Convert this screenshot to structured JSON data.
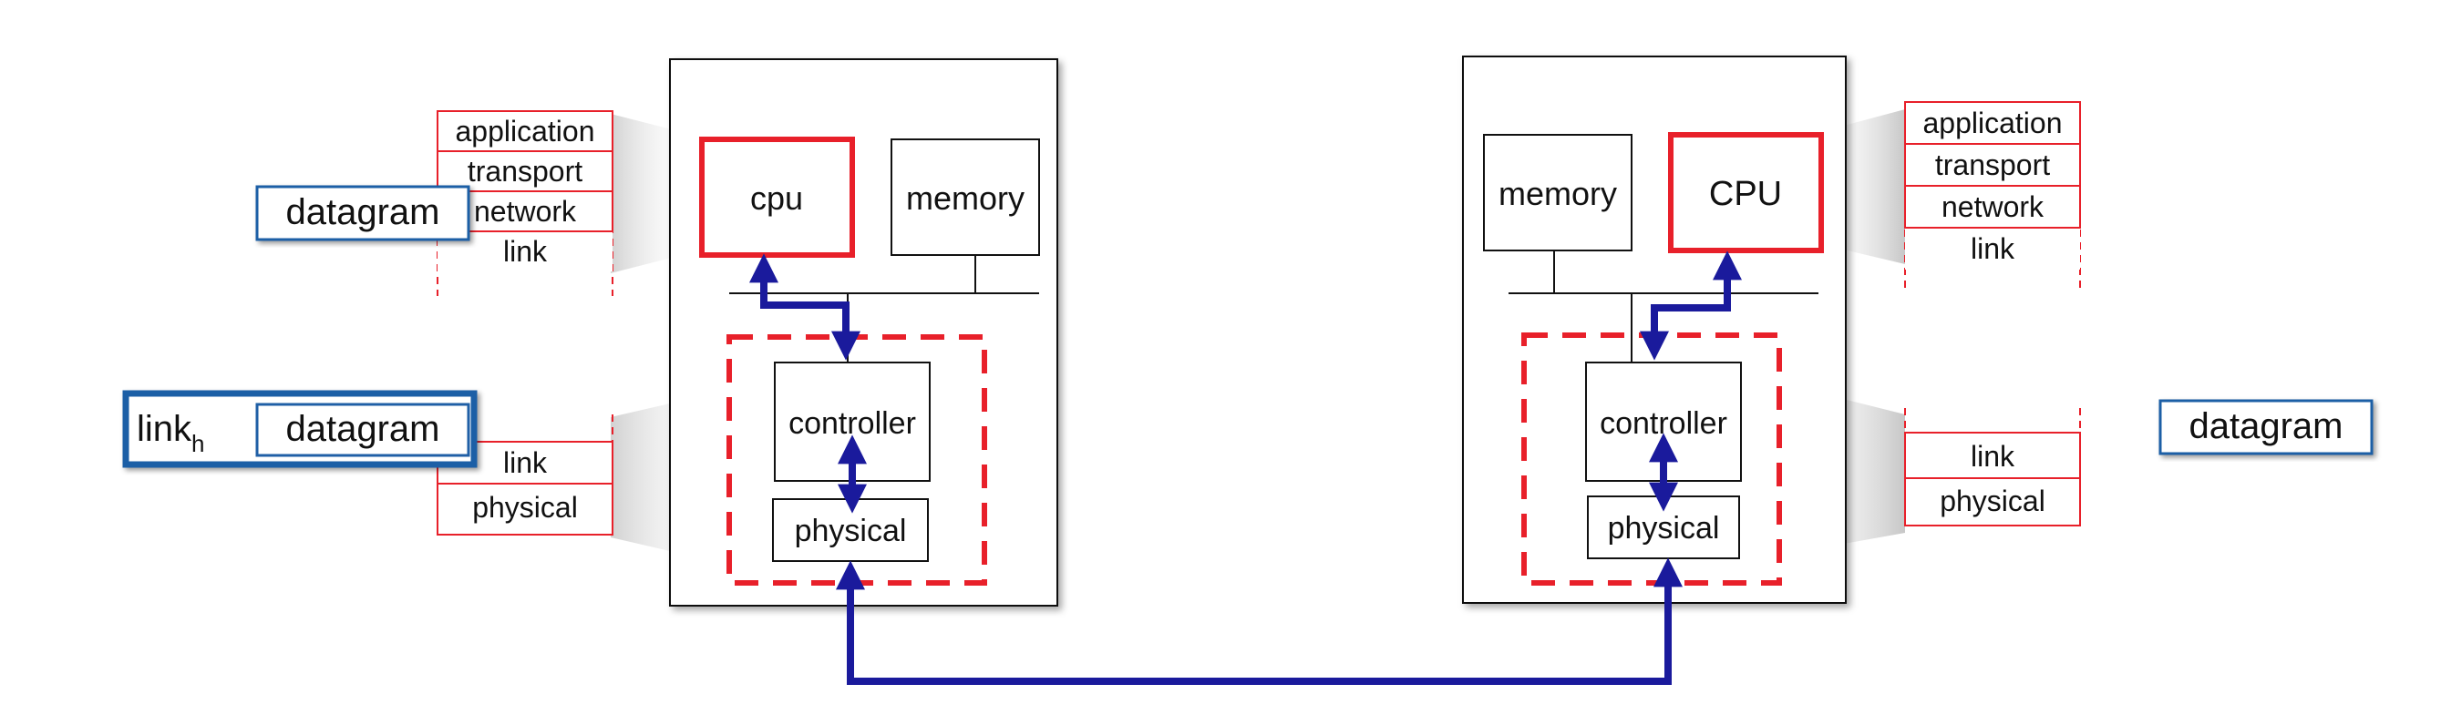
{
  "colors": {
    "stack_red": "#e8202a",
    "datagram_blue": "#1f5fa6",
    "link_blue": "#1a1a9c",
    "box_black": "#111111"
  },
  "left_host": {
    "cpu_label": "cpu",
    "memory_label": "memory",
    "controller_label": "controller",
    "physical_label": "physical"
  },
  "right_host": {
    "cpu_label": "CPU",
    "memory_label": "memory",
    "controller_label": "controller",
    "physical_label": "physical"
  },
  "left_upper_stack": [
    "application",
    "transport",
    "network",
    "link"
  ],
  "left_lower_stack": [
    "link",
    "physical"
  ],
  "right_upper_stack": [
    "application",
    "transport",
    "network",
    "link"
  ],
  "right_lower_stack": [
    "link",
    "physical"
  ],
  "left_datagram_label": "datagram",
  "left_frame": {
    "header_main": "link",
    "header_sub": "h",
    "payload": "datagram"
  },
  "right_datagram_label": "datagram"
}
